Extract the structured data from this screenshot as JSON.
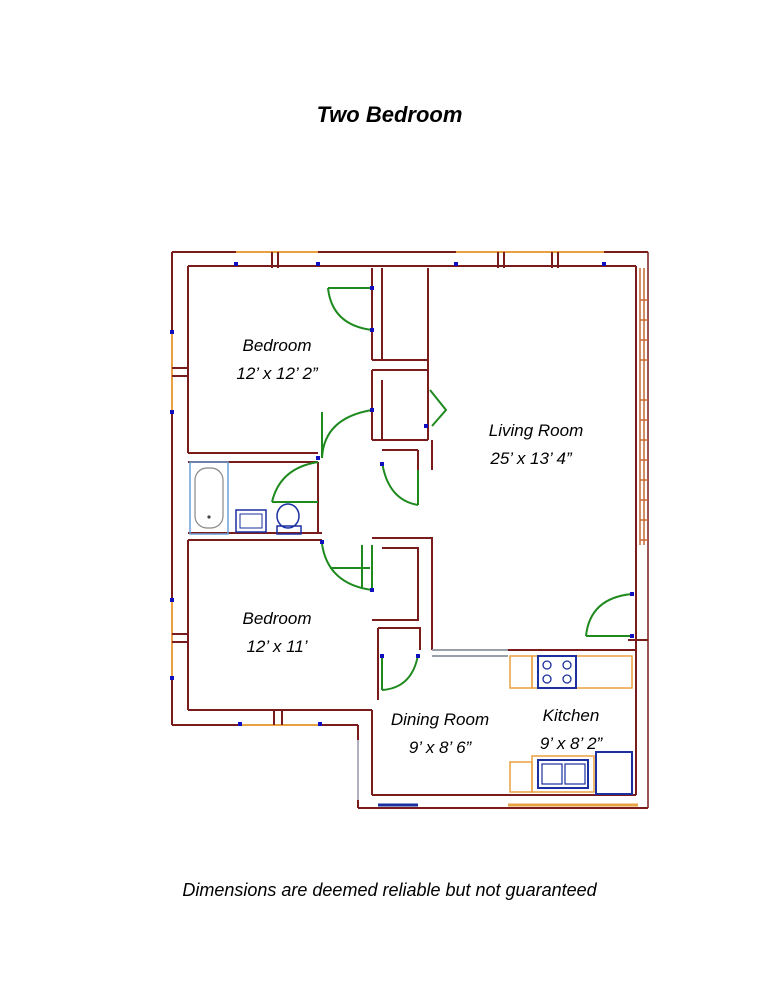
{
  "title": "Two Bedroom",
  "rooms": {
    "bedroom1": {
      "name": "Bedroom",
      "size": "12’ x 12’ 2”"
    },
    "living": {
      "name": "Living Room",
      "size": "25’ x 13’ 4”"
    },
    "bedroom2": {
      "name": "Bedroom",
      "size": "12’ x 11’"
    },
    "dining": {
      "name": "Dining Room",
      "size": "9’ x 8’ 6”"
    },
    "kitchen": {
      "name": "Kitchen",
      "size": "9’ x 8’ 2”"
    }
  },
  "footnote": "Dimensions are deemed reliable but not guaranteed",
  "colors": {
    "wall": "#7b1c1c",
    "door": "#1e8a1e",
    "window": "#e8a040",
    "fixture": "#1a2fa0",
    "hinge": "#1010c0"
  }
}
